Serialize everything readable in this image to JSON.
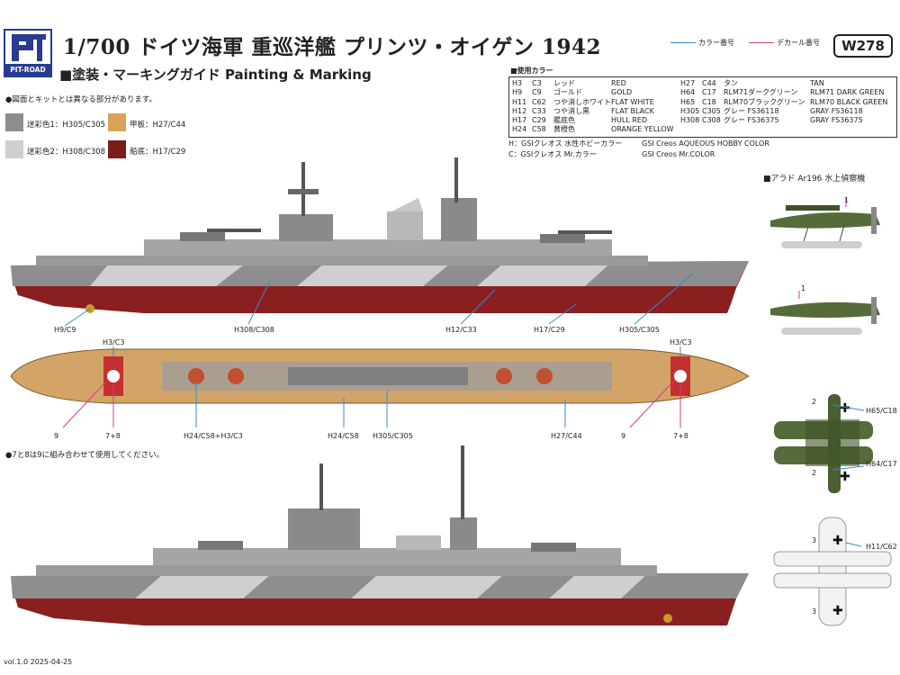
{
  "header": {
    "logo_text": "PIT-ROAD",
    "title": "1/700 ドイツ海軍 重巡洋艦 プリンツ・オイゲン 1942",
    "subtitle": "■塗装・マーキングガイド Painting & Marking",
    "legend_color_no": "カラー番号",
    "legend_decal_no": "デカール番号",
    "code": "W278"
  },
  "notes": {
    "differs": "●図面とキットとは異なる部分があります。",
    "combine": "●7と8は9に組み合わせて使用してください。"
  },
  "swatches": [
    {
      "label": "迷彩色1：H305/C305",
      "color": "#8e8e8e"
    },
    {
      "label": "甲板：H27/C44",
      "color": "#d9a35a"
    },
    {
      "label": "迷彩色2：H308/C308",
      "color": "#cfcfcf"
    },
    {
      "label": "船底：H17/C29",
      "color": "#7a1c1c"
    }
  ],
  "color_table": {
    "heading": "■使用カラー",
    "left": [
      [
        "H3",
        "C3",
        "レッド",
        "RED"
      ],
      [
        "H9",
        "C9",
        "ゴールド",
        "GOLD"
      ],
      [
        "H11",
        "C62",
        "つや消しホワイト",
        "FLAT WHITE"
      ],
      [
        "H12",
        "C33",
        "つや消し黒",
        "FLAT BLACK"
      ],
      [
        "H17",
        "C29",
        "艦底色",
        "HULL RED"
      ],
      [
        "H24",
        "C58",
        "黄橙色",
        "ORANGE YELLOW"
      ]
    ],
    "right": [
      [
        "H27",
        "C44",
        "タン",
        "TAN"
      ],
      [
        "H64",
        "C17",
        "RLM71ダークグリーン",
        "RLM71 DARK GREEN"
      ],
      [
        "H65",
        "C18",
        "RLM70ブラックグリーン",
        "RLM70 BLACK GREEN"
      ],
      [
        "H305",
        "C305",
        "グレー FS36118",
        "GRAY FS36118"
      ],
      [
        "H308",
        "C308",
        "グレー FS36375",
        "GRAY FS36375"
      ]
    ],
    "footer": [
      [
        "H：GSIクレオス 水性ホビーカラー",
        "GSI Creos AQUEOUS HOBBY COLOR"
      ],
      [
        "C：GSIクレオス Mr.カラー",
        "GSI Creos Mr.COLOR"
      ]
    ]
  },
  "callouts": {
    "side1": [
      "H9/C9",
      "H308/C308",
      "H12/C33",
      "H17/C29",
      "H305/C305"
    ],
    "top": [
      "H3/C3",
      "H3/C3",
      "9",
      "7+8",
      "H24/C58+H3/C3",
      "H24/C58",
      "H305/C305",
      "H27/C44",
      "9",
      "7+8"
    ]
  },
  "arado": {
    "title": "■アラド Ar196 水上偵察機",
    "labels": [
      "1",
      "1",
      "2",
      "H65/C18",
      "H64/C17",
      "2",
      "3",
      "H11/C62",
      "3"
    ]
  },
  "colors": {
    "hull_red": "#8a1f1f",
    "gray_dark": "#8e8e8e",
    "gray_light": "#cfcfcf",
    "deck_tan": "#d2a468",
    "leader_blue": "#2f8fd0",
    "leader_pink": "#d63c8c",
    "plane_green": "#556b3a"
  },
  "version": "vol.1.0 2025-04-25"
}
